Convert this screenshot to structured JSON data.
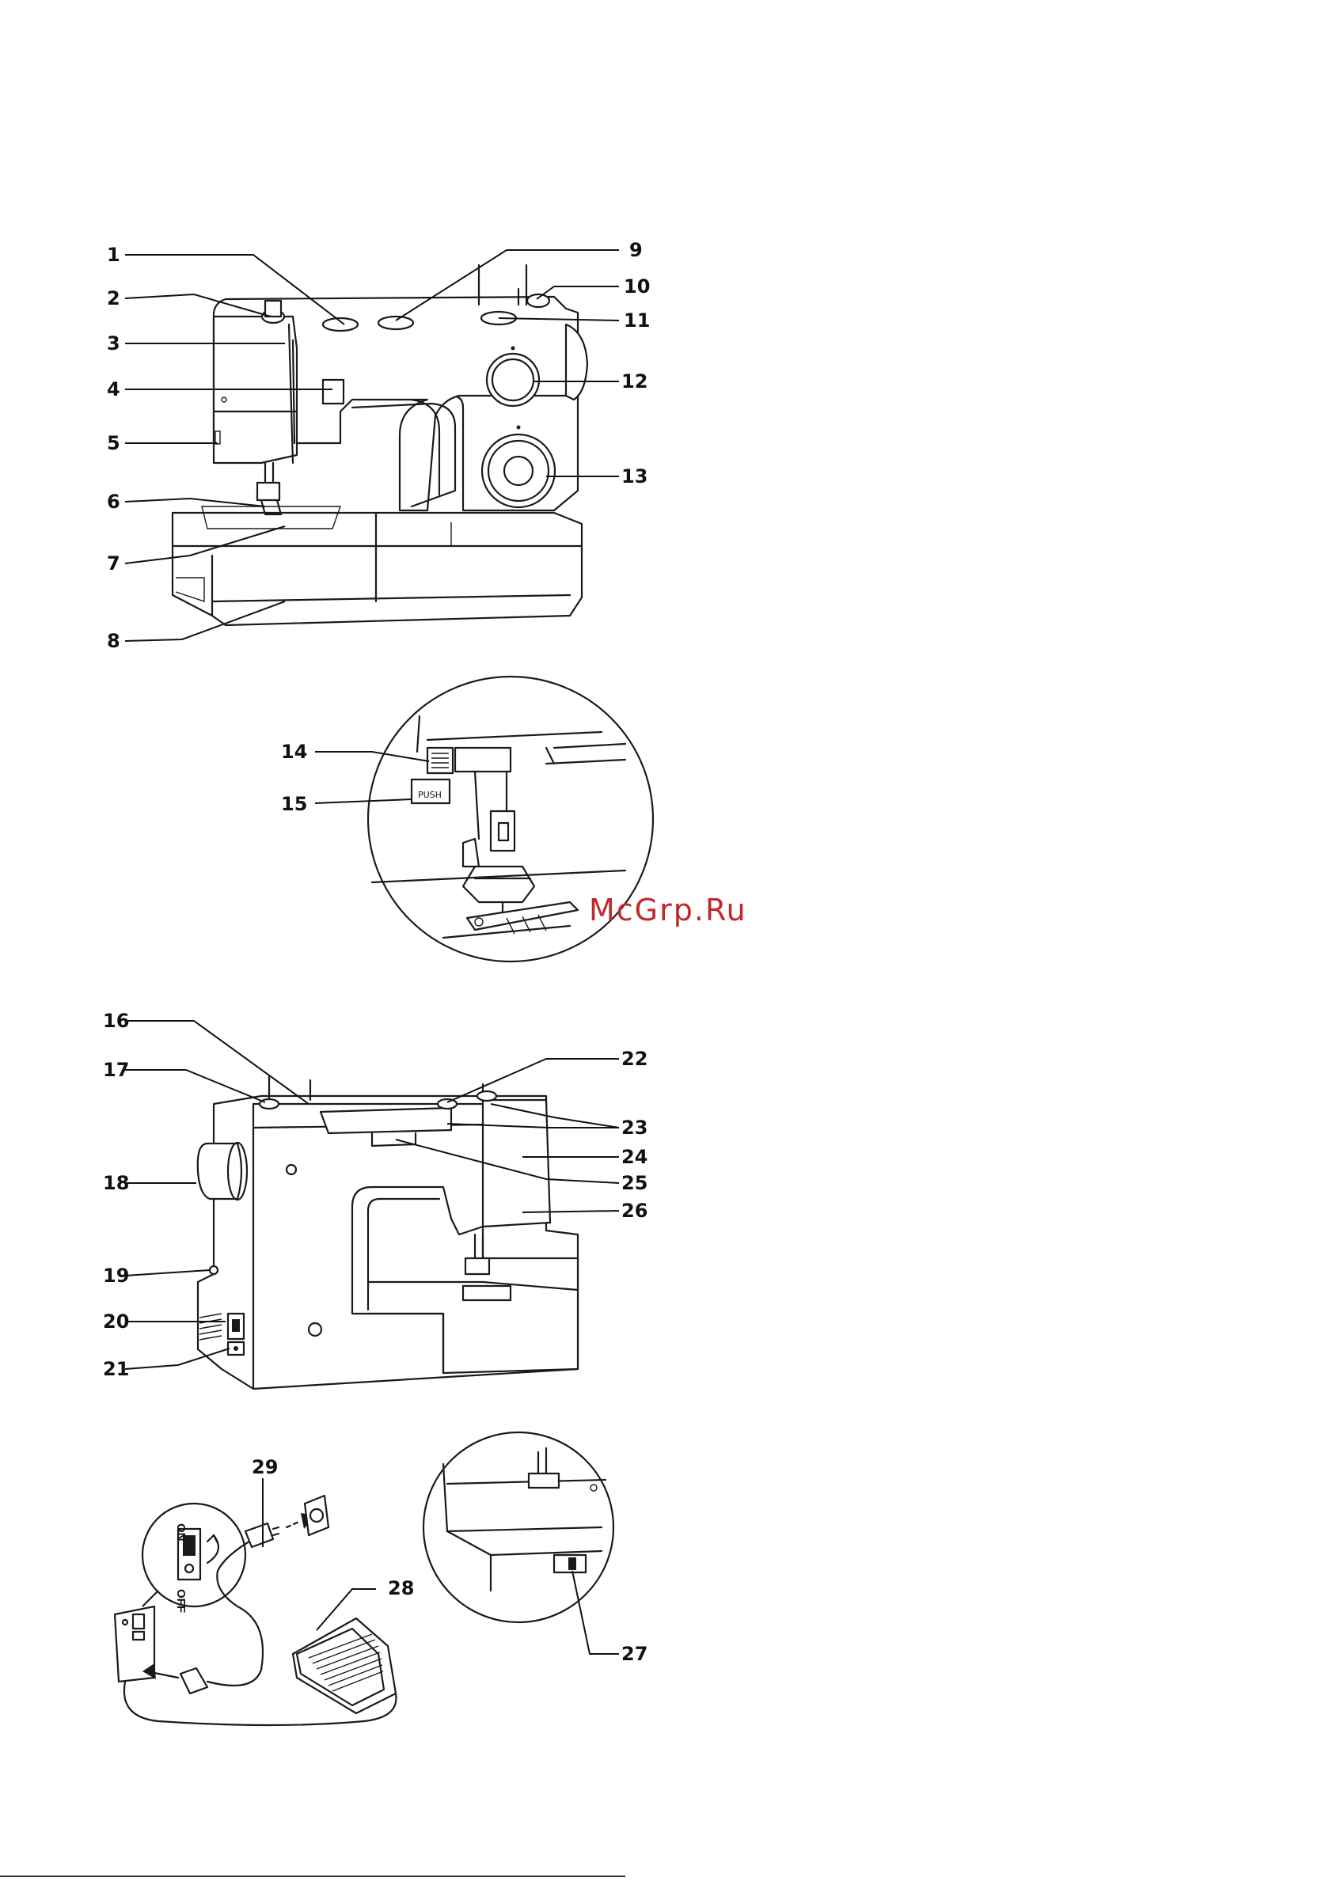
{
  "watermark": "McGrp.Ru",
  "callouts": {
    "c1": "1",
    "c2": "2",
    "c3": "3",
    "c4": "4",
    "c5": "5",
    "c6": "6",
    "c7": "7",
    "c8": "8",
    "c9": "9",
    "c10": "10",
    "c11": "11",
    "c12": "12",
    "c13": "13",
    "c14": "14",
    "c15": "15",
    "c16": "16",
    "c17": "17",
    "c18": "18",
    "c19": "19",
    "c20": "20",
    "c21": "21",
    "c22": "22",
    "c23": "23",
    "c24": "24",
    "c25": "25",
    "c26": "26",
    "c27": "27",
    "c28": "28",
    "c29": "29"
  },
  "labels": {
    "push": "PUSH",
    "on": "ON",
    "off": "OFF"
  }
}
